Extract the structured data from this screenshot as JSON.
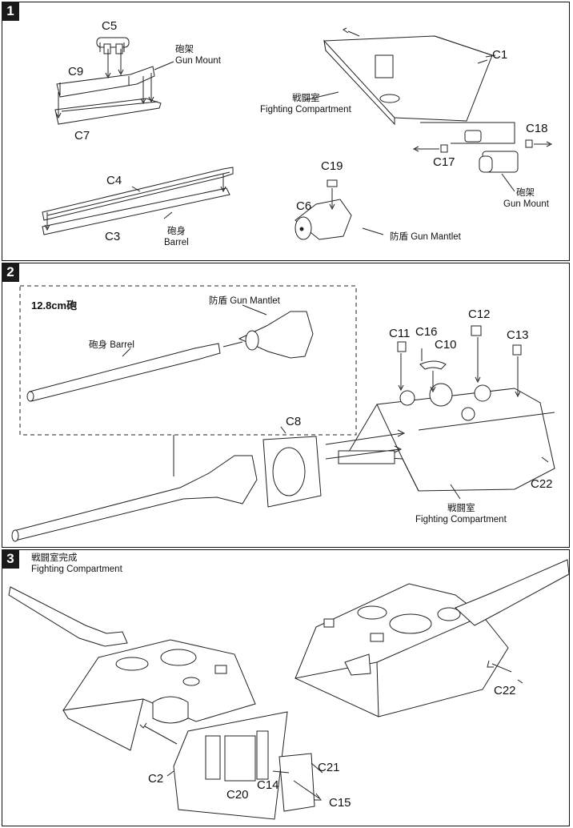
{
  "steps": [
    {
      "number": "1"
    },
    {
      "number": "2"
    },
    {
      "number": "3"
    }
  ],
  "step1": {
    "parts": [
      "C5",
      "C9",
      "C7",
      "C4",
      "C3",
      "C19",
      "C6",
      "C1",
      "C18",
      "C17"
    ],
    "gun_mount_top_jp": "砲架",
    "gun_mount_top_en": "Gun Mount",
    "barrel_jp": "砲身",
    "barrel_en": "Barrel",
    "fighting_compartment_jp": "戦闘室",
    "fighting_compartment_en": "Fighting Compartment",
    "gun_mount_right_jp": "砲架",
    "gun_mount_right_en": "Gun Mount",
    "gun_mantlet": "防盾 Gun Mantlet"
  },
  "step2": {
    "gun_title": "12.8cm砲",
    "gun_mantlet": "防盾 Gun Mantlet",
    "barrel": "砲身 Barrel",
    "parts": [
      "C8",
      "C11",
      "C16",
      "C10",
      "C12",
      "C13",
      "C22"
    ],
    "fighting_compartment_jp": "戦闘室",
    "fighting_compartment_en": "Fighting Compartment"
  },
  "step3": {
    "title_jp": "戦闘室完成",
    "title_en": "Fighting Compartment",
    "parts": [
      "C22",
      "C2",
      "C21",
      "C20",
      "C14",
      "C15"
    ]
  }
}
